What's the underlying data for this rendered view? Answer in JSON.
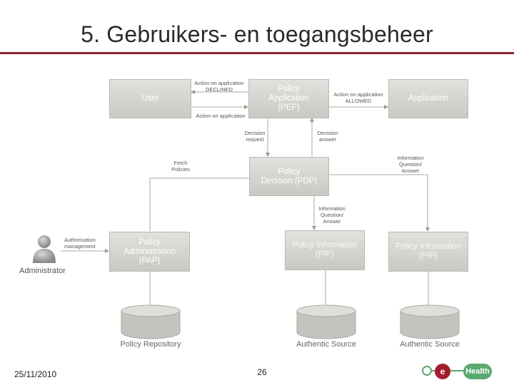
{
  "title": "5. Gebruikers- en toegangsbeheer",
  "boxes": {
    "user": "User",
    "pep": "Policy\nApplication\n(PEP)",
    "application": "Application",
    "pdp": "Policy\nDecision (PDP)",
    "pap": "Policy\nAdministration\n(PAP)",
    "pip1": "Policy Information\n(PIP)",
    "pip2": "Policy Information\n(PIP)"
  },
  "labels": {
    "declined": "Action on application\nDECLINED",
    "action": "Action on application",
    "allowed": "Action on application\nALLOWED",
    "decision_request": "Decision\nrequest",
    "decision_answer": "Decision\nanswer",
    "fetch_policies": "Fetch\nPolicies",
    "info_qa_right": "Information\nQuestion/\nAnswer",
    "info_qa_mid": "Information\nQuestion/\nAnswer",
    "auth_mgmt": "Authorisation\nmanagement"
  },
  "actor": {
    "label": "Administrator",
    "icon": "user-icon"
  },
  "databases": {
    "policy_repository": "Policy Repository",
    "authentic_source_1": "Authentic Source",
    "authentic_source_2": "Authentic Source"
  },
  "footer": {
    "date": "25/11/2010",
    "page": "26",
    "logo_e": "e",
    "logo_health": "Health"
  },
  "colors": {
    "accent": "#8b2232",
    "box": "#d6d6d2",
    "logo_green": "#5aa96e",
    "logo_red": "#a31d2e"
  }
}
